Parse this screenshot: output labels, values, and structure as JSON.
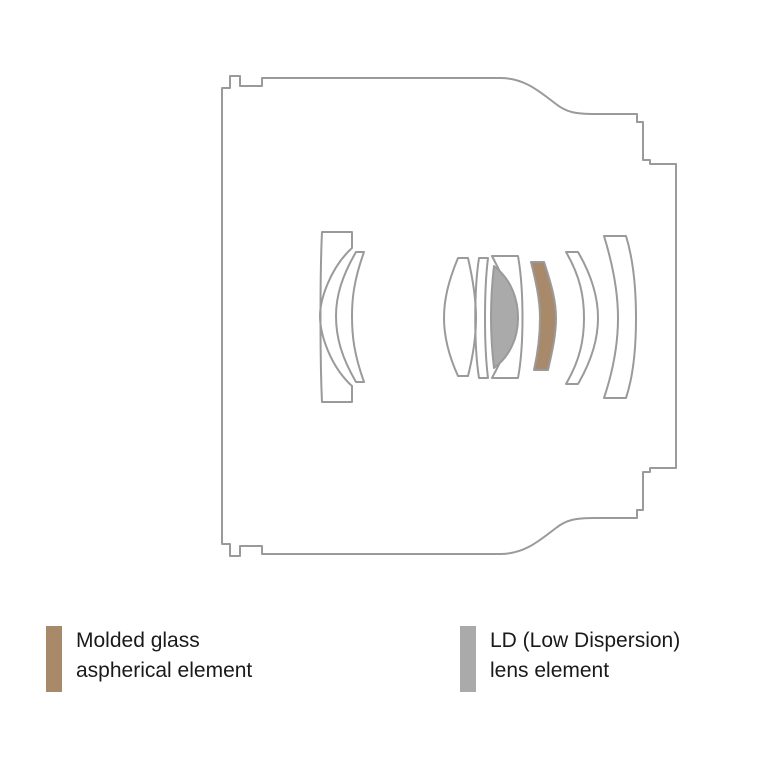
{
  "legend": {
    "molded": {
      "line1": "Molded glass",
      "line2": "aspherical element",
      "color": "#a8896a"
    },
    "ld": {
      "line1": "LD (Low Dispersion)",
      "line2": "lens element",
      "color": "#aaaaaa"
    }
  },
  "colors": {
    "outline": "#9a9a9a",
    "background": "#ffffff"
  }
}
